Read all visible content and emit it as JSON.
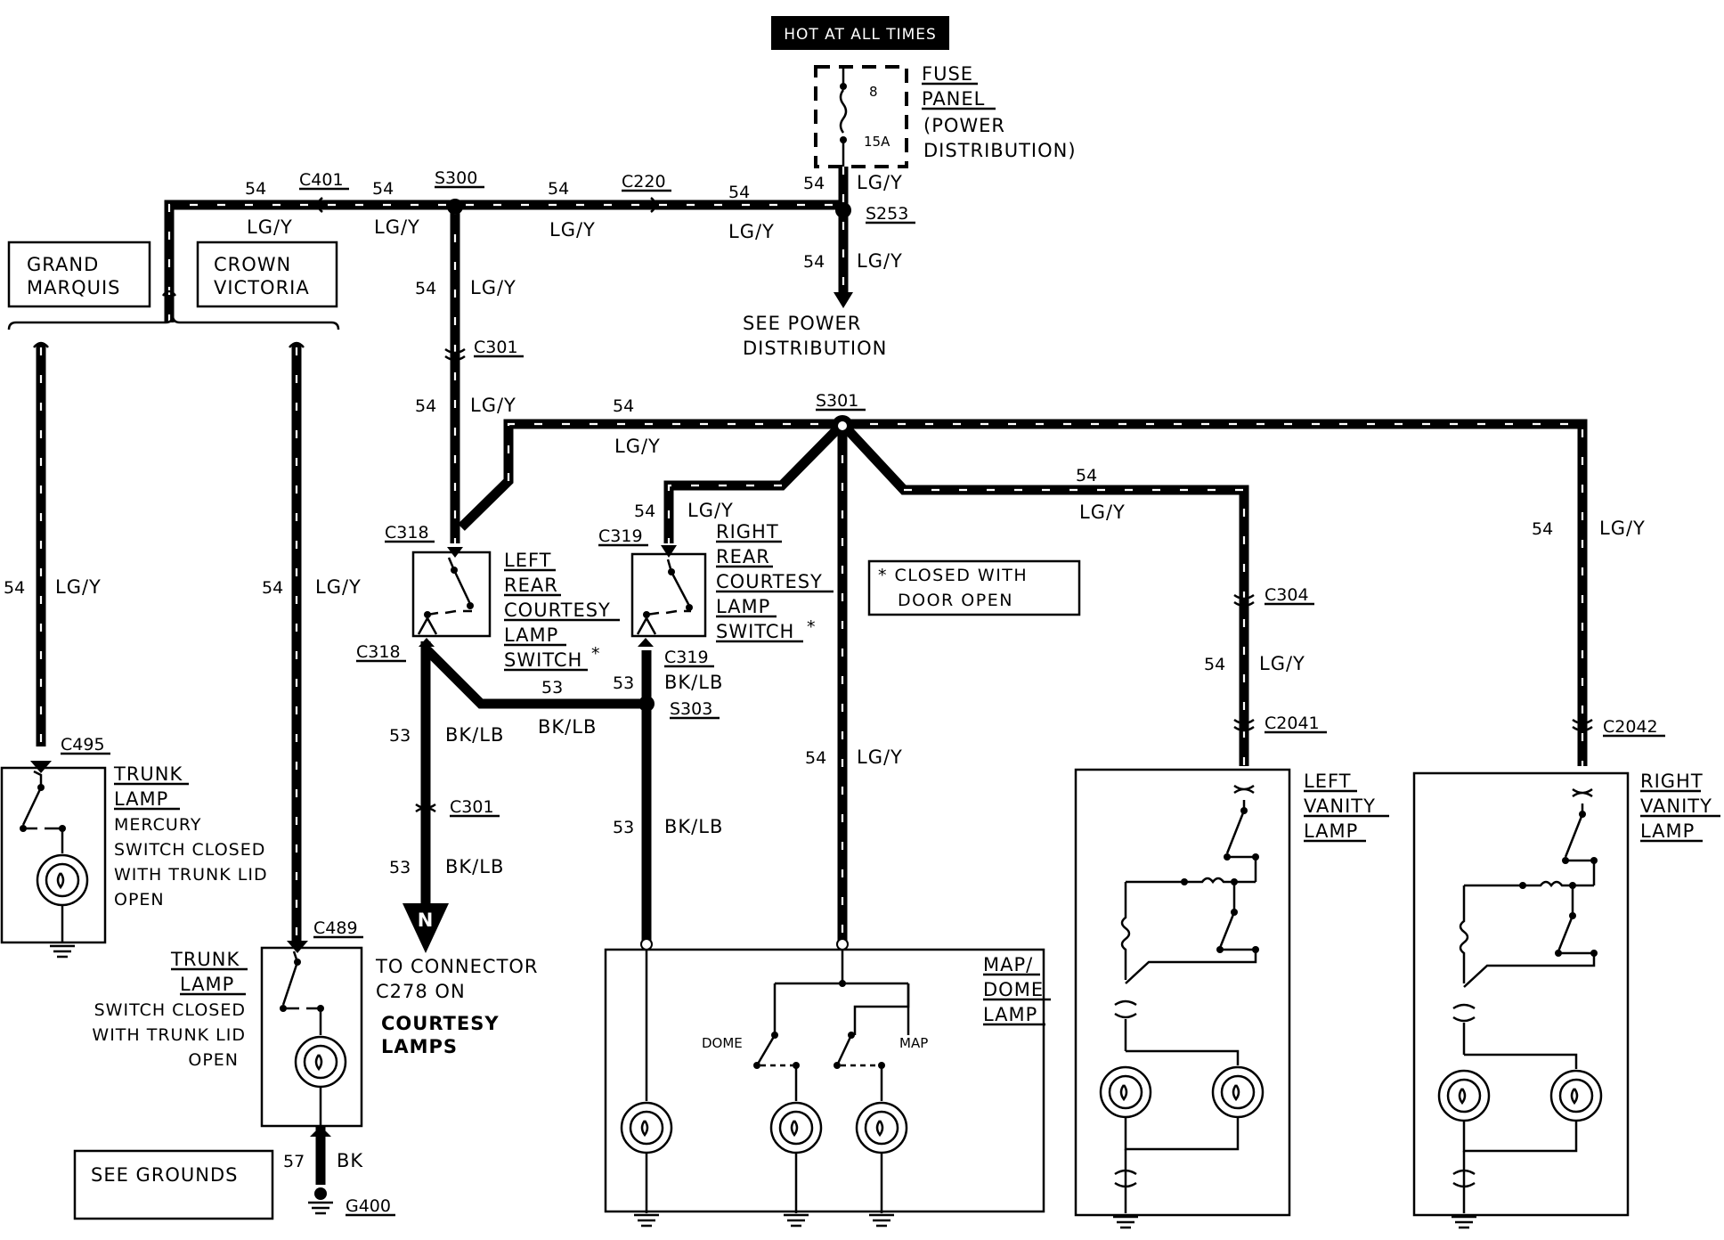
{
  "header": {
    "hot_label": "HOT AT ALL TIMES"
  },
  "fuse_panel": {
    "title_line1": "FUSE",
    "title_line2": "PANEL",
    "sub_line1": "(POWER",
    "sub_line2": "DISTRIBUTION)",
    "fuse_number": "8",
    "fuse_rating": "15A"
  },
  "wire_labels": {
    "circuit_54": "54",
    "circuit_53": "53",
    "circuit_57": "57",
    "color_lgy": "LG/Y",
    "color_bklb": "BK/LB",
    "color_bk": "BK"
  },
  "connectors": {
    "c401": "C401",
    "s300": "S300",
    "c220": "C220",
    "s253": "S253",
    "c301_top": "C301",
    "s301": "S301",
    "c318_top": "C318",
    "c318_bottom": "C318",
    "c319_top": "C319",
    "c319_bottom": "C319",
    "s303": "S303",
    "c301_bottom": "C301",
    "c304": "C304",
    "c2041": "C2041",
    "c2042": "C2042",
    "c495": "C495",
    "c489": "C489",
    "g400": "G400"
  },
  "power_dist": {
    "line1": "SEE POWER",
    "line2": "DISTRIBUTION"
  },
  "models": {
    "grand_line1": "GRAND",
    "grand_line2": "MARQUIS",
    "crown_line1": "CROWN",
    "crown_line2": "VICTORIA"
  },
  "note": {
    "line1": "* CLOSED WITH",
    "line2": "DOOR OPEN"
  },
  "left_switch": {
    "line1": "LEFT",
    "line2": "REAR",
    "line3": "COURTESY",
    "line4": "LAMP",
    "line5": "SWITCH",
    "mark": "*"
  },
  "right_switch": {
    "line1": "RIGHT",
    "line2": "REAR",
    "line3": "COURTESY",
    "line4": "LAMP",
    "line5": "SWITCH",
    "mark": "*"
  },
  "trunk_mercury": {
    "line1": "TRUNK",
    "line2": "LAMP",
    "line3": "MERCURY",
    "line4": "SWITCH CLOSED",
    "line5": "WITH TRUNK LID",
    "line6": "OPEN"
  },
  "trunk_lamp": {
    "line1": "TRUNK",
    "line2": "LAMP",
    "line3": "SWITCH CLOSED",
    "line4": "WITH TRUNK LID",
    "line5": "OPEN"
  },
  "courtesy": {
    "line1": "TO CONNECTOR",
    "line2": "C278 ON",
    "line3": "COURTESY",
    "line4": "LAMPS",
    "n_label": "N"
  },
  "map_dome": {
    "line1": "MAP/",
    "line2": "DOME",
    "line3": "LAMP",
    "dome": "DOME",
    "map": "MAP"
  },
  "left_vanity": {
    "line1": "LEFT",
    "line2": "VANITY",
    "line3": "LAMP"
  },
  "right_vanity": {
    "line1": "RIGHT",
    "line2": "VANITY",
    "line3": "LAMP"
  },
  "grounds": {
    "label": "SEE GROUNDS"
  }
}
